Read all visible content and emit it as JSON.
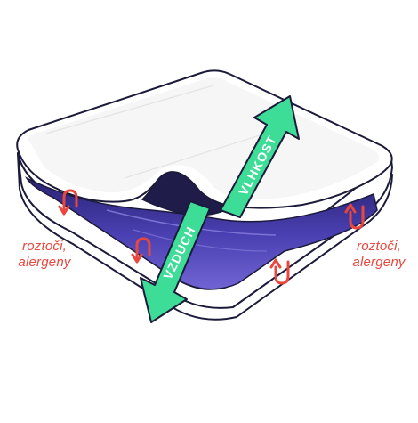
{
  "labels": {
    "left": {
      "line1": "roztoči,",
      "line2": "alergeny"
    },
    "right": {
      "line1": "roztoči,",
      "line2": "alergeny"
    }
  },
  "arrows": {
    "up_text": "VLHKOST",
    "down_text": "VZDUCH"
  },
  "colors": {
    "accent_green": "#3ddc97",
    "arrow_red": "#e8473e",
    "label_red": "#e8473e",
    "outline": "#1b1a3a",
    "purple_dark": "#2a2475",
    "purple_mid": "#4a3fb0",
    "purple_light": "#6a5fd0",
    "cover_gray": "#eeeeef"
  },
  "icons": {
    "small_arrows": "u-turn-arrow-icon",
    "big_arrows": "straight-arrow-icon"
  }
}
